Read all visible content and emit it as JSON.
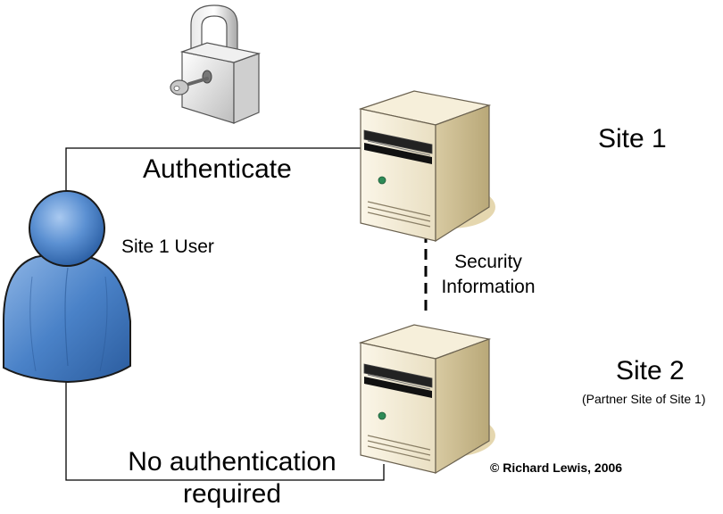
{
  "diagram": {
    "labels": {
      "authenticate": "Authenticate",
      "user": "Site 1 User",
      "site1": "Site 1",
      "security_information": "Security Information",
      "site2": "Site 2",
      "partner_note": "(Partner Site of Site 1)",
      "no_auth": "No authentication required",
      "copyright": "© Richard Lewis, 2006"
    },
    "icons": {
      "lock": "padlock-with-key-icon",
      "user": "user-person-icon",
      "server_site1": "server-tower-icon",
      "server_site2": "server-tower-icon"
    },
    "colors": {
      "user_fill": "#4a82c8",
      "user_outline": "#000000",
      "server_light": "#f2e9d0",
      "server_side": "#c9b98f",
      "server_shadow": "#d9c99a",
      "server_led": "#2e8b57",
      "lock_body": "#d8d8d8",
      "connector": "#000000"
    }
  }
}
